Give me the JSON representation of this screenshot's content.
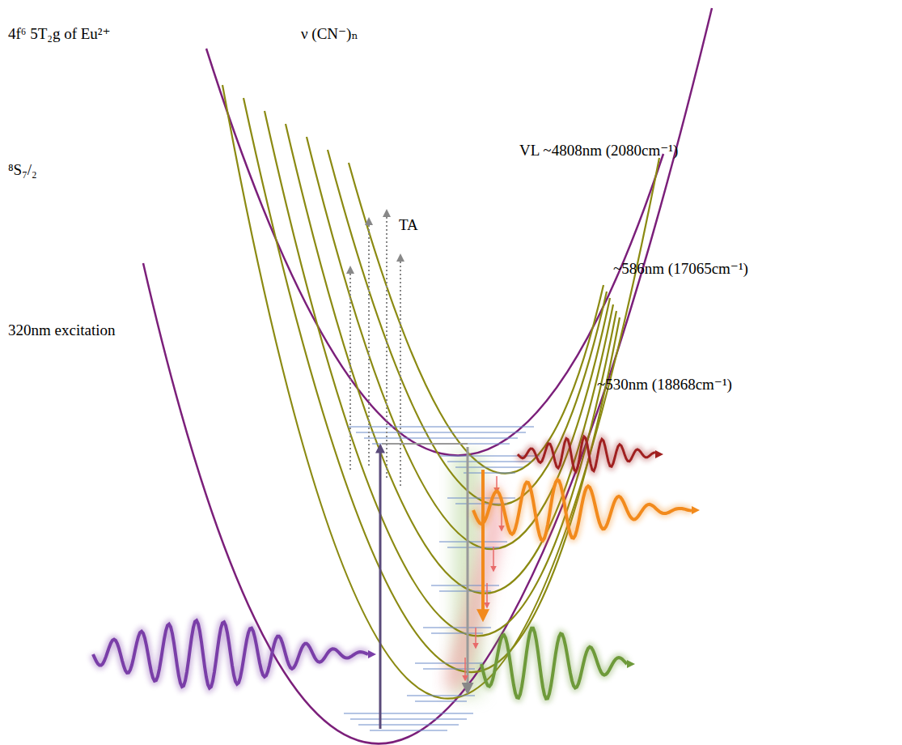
{
  "diagram": {
    "labels": [
      "4f⁶ 5T₂g of Eu²⁺",
      "ν (CN⁻)ₙ",
      "⁸S₇/₂",
      "TA",
      "VL ~4808nm (2080cm⁻¹)",
      "~586nm (17065cm⁻¹)",
      "~530nm (18868cm⁻¹)",
      "320nm excitation"
    ]
  }
}
